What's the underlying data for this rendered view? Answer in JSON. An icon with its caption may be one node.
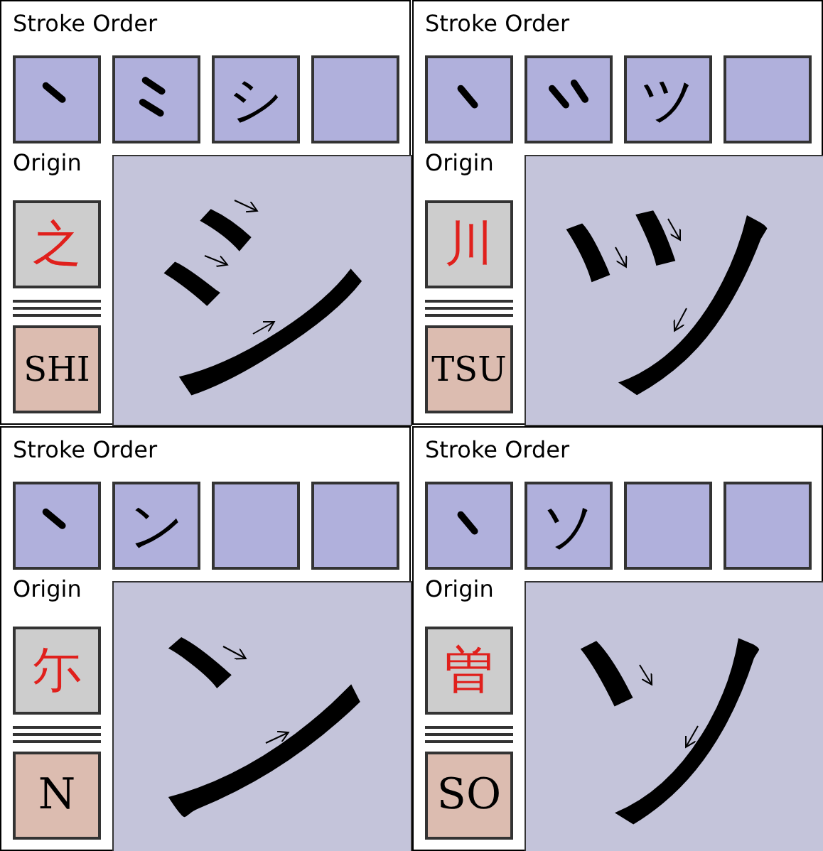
{
  "diagram": {
    "nodes": [
      {
        "text": [
          "Stroke Order",
          "Origin"
        ]
      },
      {
        "text": [],
        "shape": "picture",
        "in": 0
      },
      {
        "text": [],
        "shape": "picture",
        "in": 0
      },
      {
        "text": [
          "シ"
        ],
        "in": 0
      },
      {
        "text": [],
        "shape": "box",
        "in": 0
      },
      {
        "text": [
          "之"
        ],
        "in": 0
      },
      {
        "text": [
          "シ"
        ],
        "in": 0
      },
      {
        "text": [
          "SHI"
        ],
        "in": 0
      },
      {
        "text": [
          "Stroke Order",
          "Origin"
        ]
      },
      {
        "text": [],
        "shape": "picture",
        "in": 8
      },
      {
        "text": [],
        "shape": "picture",
        "in": 8
      },
      {
        "text": [
          "ツ"
        ],
        "in": 8
      },
      {
        "text": [],
        "shape": "box",
        "in": 8
      },
      {
        "text": [
          "川"
        ],
        "in": 8
      },
      {
        "text": [
          "ツ"
        ],
        "in": 8
      },
      {
        "text": [
          "TSU"
        ],
        "in": 8
      },
      {
        "text": [
          "Stroke Order",
          "Origin"
        ]
      },
      {
        "text": [],
        "shape": "picture",
        "in": 16
      },
      {
        "text": [
          "ン"
        ],
        "in": 16
      },
      {
        "text": [],
        "shape": "box",
        "in": 16
      },
      {
        "text": [],
        "shape": "box",
        "in": 16
      },
      {
        "text": [
          "尓"
        ],
        "in": 16
      },
      {
        "text": [
          "ン"
        ],
        "in": 16
      },
      {
        "text": [
          "N"
        ],
        "in": 16
      },
      {
        "text": [
          "Stroke Order",
          "Origin"
        ]
      },
      {
        "text": [],
        "shape": "picture",
        "in": 24
      },
      {
        "text": [
          "ソ"
        ],
        "in": 24
      },
      {
        "text": [],
        "shape": "box",
        "in": 24
      },
      {
        "text": [],
        "shape": "box",
        "in": 24
      },
      {
        "text": [
          "曽"
        ],
        "in": 24
      },
      {
        "text": [
          "ソ"
        ],
        "in": 24
      },
      {
        "text": [
          "SO"
        ],
        "in": 24
      }
    ]
  }
}
